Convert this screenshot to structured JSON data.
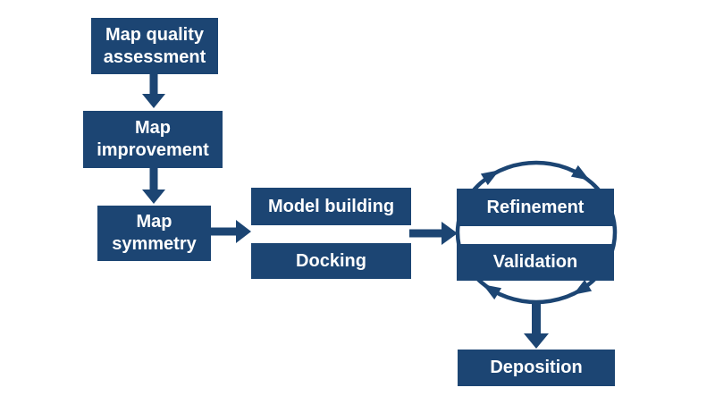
{
  "diagram": {
    "type": "flowchart",
    "colors": {
      "node_fill": "#1c4573",
      "node_text": "#ffffff",
      "arrow": "#1c4573",
      "background": "#ffffff"
    },
    "nodes": {
      "map_quality": {
        "label": "Map quality\nassessment"
      },
      "map_improvement": {
        "label": "Map\nimprovement"
      },
      "map_symmetry": {
        "label": "Map\nsymmetry"
      },
      "model_building": {
        "label": "Model building"
      },
      "docking": {
        "label": "Docking"
      },
      "refinement": {
        "label": "Refinement"
      },
      "validation": {
        "label": "Validation"
      },
      "deposition": {
        "label": "Deposition"
      }
    },
    "connectors": [
      {
        "type": "arrow",
        "from": "map_quality",
        "to": "map_improvement",
        "direction": "down"
      },
      {
        "type": "arrow",
        "from": "map_improvement",
        "to": "map_symmetry",
        "direction": "down"
      },
      {
        "type": "arrow",
        "from": "map_symmetry",
        "to": [
          "model_building",
          "docking"
        ],
        "direction": "right"
      },
      {
        "type": "arrow",
        "from": [
          "model_building",
          "docking"
        ],
        "to": [
          "refinement",
          "validation"
        ],
        "direction": "right"
      },
      {
        "type": "cycle",
        "nodes": [
          "refinement",
          "validation"
        ],
        "direction": "clockwise",
        "arrowheads": 4
      },
      {
        "type": "arrow",
        "from": "validation",
        "to": "deposition",
        "direction": "down"
      }
    ]
  }
}
